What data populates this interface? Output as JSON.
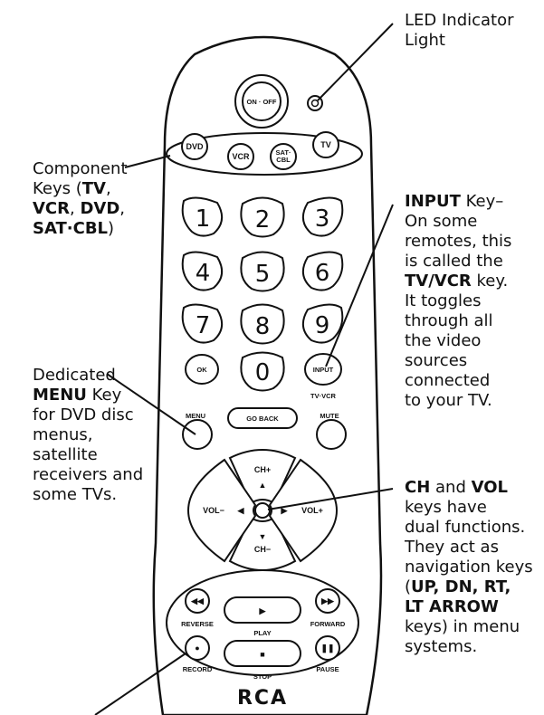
{
  "callouts": {
    "led": [
      "LED Indicator",
      "Light"
    ],
    "component": {
      "line1": "Component",
      "line2_pre": "Keys (",
      "line2_b": "TV",
      "line2_post": ",",
      "line3_b1": "VCR",
      "line3_mid": ", ",
      "line3_b2": "DVD",
      "line3_post": ",",
      "line4_b": "SAT·CBL",
      "line4_post": ")"
    },
    "input": {
      "title_b": "INPUT",
      "title_post": " Key–",
      "lines_a": [
        "On some",
        "remotes, this",
        "is called the"
      ],
      "tvvcr_b": "TV/VCR",
      "tvvcr_post": " key.",
      "lines_b": [
        "It toggles",
        "through all",
        "the video",
        "sources",
        "connected",
        "to your TV."
      ]
    },
    "menu": {
      "line1": "Dedicated",
      "line2_b": "MENU",
      "line2_post": " Key",
      "lines": [
        "for DVD disc",
        "menus,",
        "satellite",
        "receivers and",
        "some TVs."
      ]
    },
    "ch": {
      "line1_b1": "CH",
      "line1_mid": " and ",
      "line1_b2": "VOL",
      "lines_a": [
        "keys have",
        "dual functions.",
        "They act as",
        "navigation keys"
      ],
      "line6_pre": "(",
      "line6_b": "UP, DN, RT,",
      "line7_b": "LT ARROW",
      "lines_b": [
        "keys) in menu",
        "systems."
      ]
    }
  },
  "remote": {
    "power": "ON · OFF",
    "components": {
      "dvd": "DVD",
      "vcr": "VCR",
      "sat_top": "SAT·",
      "sat_bottom": "CBL",
      "tv": "TV"
    },
    "digits": [
      "1",
      "2",
      "3",
      "4",
      "5",
      "6",
      "7",
      "8",
      "9"
    ],
    "ok": "OK",
    "zero": "0",
    "input": "INPUT",
    "tvvcr": "TV·VCR",
    "menu": "MENU",
    "goback": "GO BACK",
    "mute": "MUTE",
    "chplus": "CH+",
    "chminus": "CH−",
    "volminus": "VOL−",
    "volplus": "VOL+",
    "up_arrow": "▲",
    "down_arrow": "▼",
    "left_arrow": "◀",
    "right_arrow": "▶",
    "reverse": "REVERSE",
    "forward": "FORWARD",
    "play": "PLAY",
    "record": "RECORD",
    "pause": "PAUSE",
    "stop": "STOP",
    "brand": "RCA",
    "rew_glyph": "◀◀",
    "ff_glyph": "▶▶",
    "play_glyph": "▶",
    "rec_glyph": "●",
    "pause_glyph": "❚❚",
    "stop_glyph": "■"
  }
}
